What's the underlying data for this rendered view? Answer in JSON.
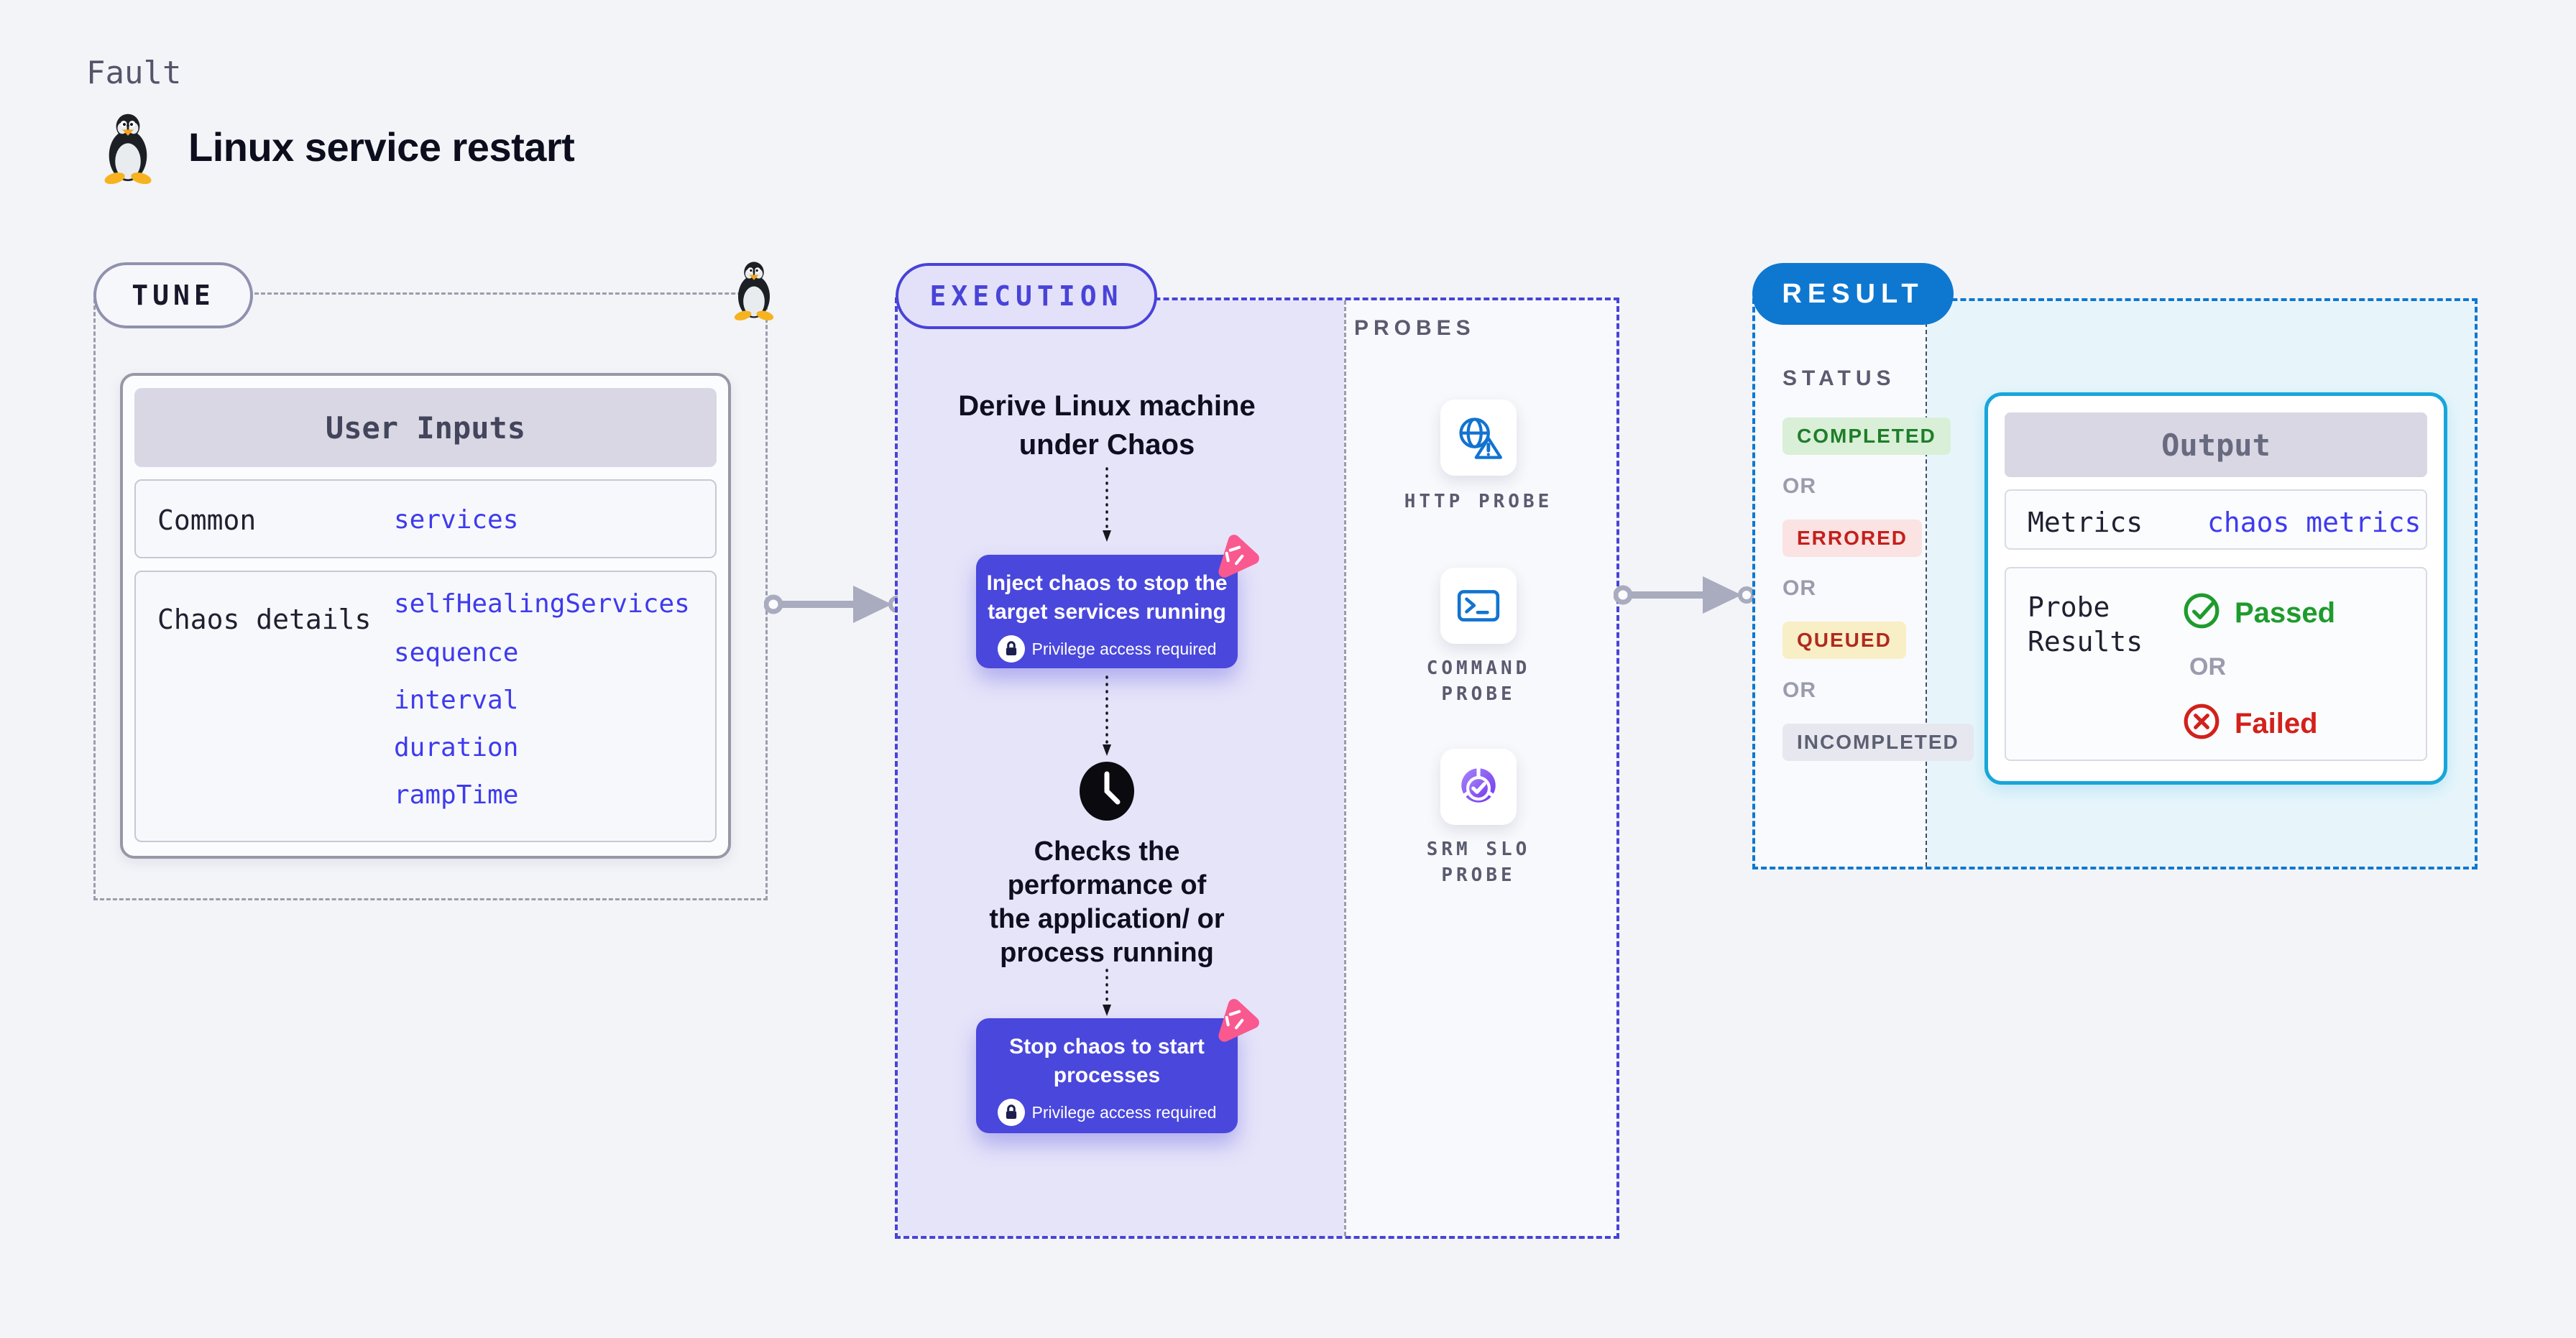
{
  "header": {
    "eyebrow": "Fault",
    "title": "Linux service restart",
    "icon": "tux-icon"
  },
  "tune": {
    "pill": "TUNE",
    "user_inputs": {
      "header": "User Inputs",
      "rows": [
        {
          "label": "Common",
          "values": [
            "services"
          ]
        },
        {
          "label": "Chaos details",
          "values": [
            "selfHealingServices",
            "sequence",
            "interval",
            "duration",
            "rampTime"
          ]
        }
      ]
    }
  },
  "execution": {
    "pill": "EXECUTION",
    "derive_text": "Derive Linux machine\nunder Chaos",
    "inject_card": {
      "title": "Inject chaos to stop the\ntarget services running",
      "privilege_note": "Privilege access required"
    },
    "checks_text": "Checks the\nperformance of\nthe application/ or\nprocess running",
    "stop_card": {
      "title": "Stop chaos to start\nprocesses",
      "privilege_note": "Privilege access required"
    }
  },
  "probes": {
    "label": "PROBES",
    "items": [
      {
        "label": "HTTP PROBE",
        "icon": "globe-alert-icon"
      },
      {
        "label": "COMMAND\nPROBE",
        "icon": "terminal-icon"
      },
      {
        "label": "SRM SLO\nPROBE",
        "icon": "slo-gauge-icon"
      }
    ]
  },
  "result": {
    "pill": "RESULT",
    "status_label": "STATUS",
    "or_label": "OR",
    "statuses": [
      {
        "label": "COMPLETED",
        "bg": "#d9efd7",
        "fg": "#1e7e2a"
      },
      {
        "label": "ERRORED",
        "bg": "#fae3e2",
        "fg": "#c3201d"
      },
      {
        "label": "QUEUED",
        "bg": "#f9efc6",
        "fg": "#b02a20"
      },
      {
        "label": "INCOMPLETED",
        "bg": "#e7e8ef",
        "fg": "#5d5f72"
      }
    ],
    "output": {
      "header": "Output",
      "metrics_label": "Metrics",
      "metrics_value": "chaos metrics",
      "probe_results_label": "Probe\nResults",
      "passed_label": "Passed",
      "failed_label": "Failed"
    }
  },
  "colors": {
    "page_bg": "#f3f4f8",
    "panel_bg": "#f8f9fc",
    "lavender_bg": "#e6e4f9",
    "pill_lavender": "#e3e1fa",
    "accent_indigo": "#4843d8",
    "card_indigo": "#4a47dd",
    "link_blue": "#3e3bee",
    "result_blue": "#0e78d1",
    "cyan_border": "#17a6da",
    "cyan_bg": "#e7f5fb",
    "gray_border": "#9b9cac",
    "navy_dash": "#3f4a66",
    "arrow_gray": "#a9abbe",
    "probe_blue": "#1273d0",
    "pink_badge": "#f9598f",
    "green_text": "#1e9b2d",
    "red_text": "#d2211b",
    "muted_text": "#5a5b70",
    "dark_text": "#0d0e1f",
    "mono_dark": "#1f2030",
    "or_gray": "#9a9cae",
    "header_bar_bg": "#d8d7e3",
    "header_bar_fg": "#43455c"
  }
}
